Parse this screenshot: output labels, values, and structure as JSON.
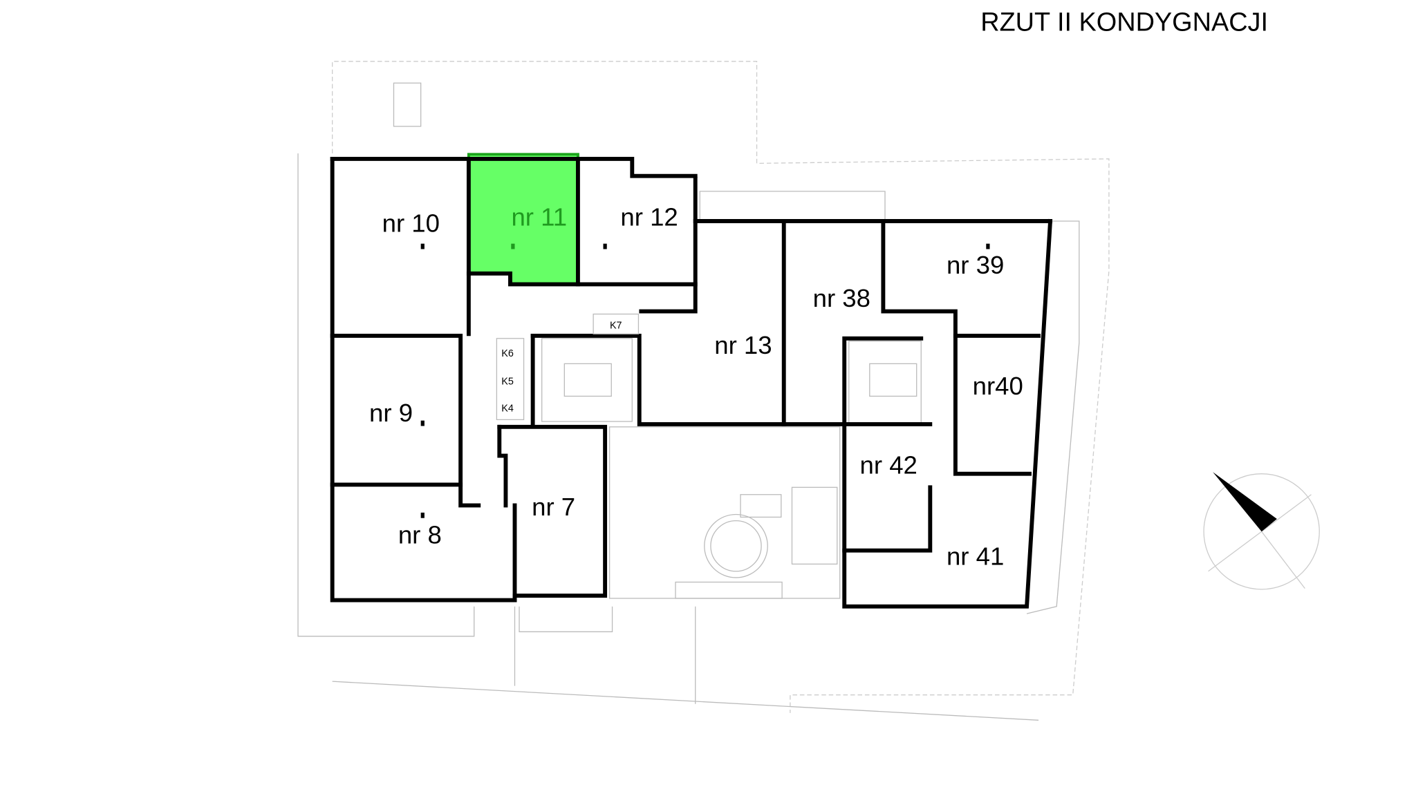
{
  "title": "RZUT  II KONDYGNACJI",
  "highlight_color": "#66ff66",
  "highlight_text_color": "#1f9a1f",
  "rooms": {
    "nr10": "nr 10",
    "nr11": "nr 11",
    "nr12": "nr 12",
    "nr13": "nr 13",
    "nr38": "nr 38",
    "nr39": "nr 39",
    "nr40": "nr40",
    "nr42": "nr 42",
    "nr41": "nr 41",
    "nr9": "nr 9",
    "nr8": "nr 8",
    "nr7": "nr 7"
  },
  "storage": {
    "k7": "K7",
    "k6": "K6",
    "k5": "K5",
    "k4": "K4"
  },
  "selected_room": "nr 11",
  "compass_icon": "north-arrow-icon"
}
